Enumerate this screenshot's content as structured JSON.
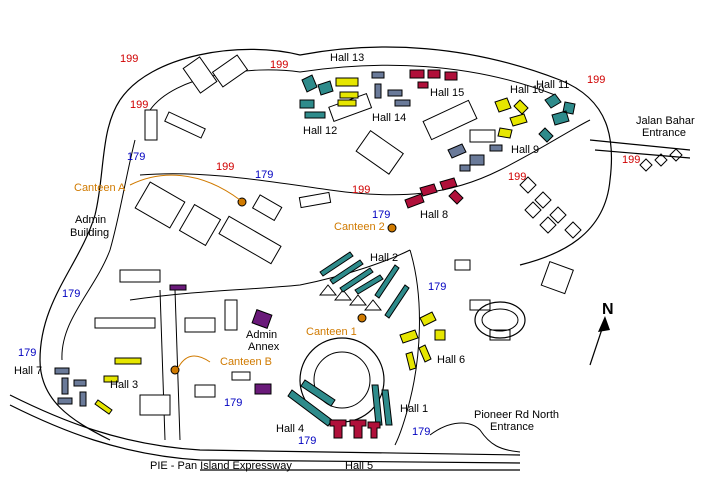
{
  "colors": {
    "route_199": "#d00000",
    "route_179": "#0000c0",
    "canteen": "#d07a00",
    "hall_red": "#b0103a",
    "hall_teal": "#2e8b8b",
    "hall_yellow": "#e6e600",
    "hall_slate": "#6a7a99",
    "admin_purple": "#6a1a7a"
  },
  "routes": {
    "r199": "199",
    "r179": "179"
  },
  "halls": {
    "h1": "Hall 1",
    "h2": "Hall 2",
    "h3": "Hall 3",
    "h4": "Hall 4",
    "h5": "Hall 5",
    "h6": "Hall 6",
    "h7": "Hall 7",
    "h8": "Hall 8",
    "h9": "Hall 9",
    "h10": "Hall 10",
    "h11": "Hall 11",
    "h12": "Hall 12",
    "h13": "Hall 13",
    "h14": "Hall 14",
    "h15": "Hall 15"
  },
  "canteens": {
    "a": "Canteen A",
    "b": "Canteen B",
    "one": "Canteen 1",
    "two": "Canteen 2"
  },
  "places": {
    "admin_building_1": "Admin",
    "admin_building_2": "Building",
    "admin_annex_1": "Admin",
    "admin_annex_2": "Annex",
    "jalan_bahar_1": "Jalan Bahar",
    "jalan_bahar_2": "Entrance",
    "pioneer_1": "Pioneer Rd North",
    "pioneer_2": "Entrance",
    "pie": "PIE - Pan Island Expressway"
  },
  "north": "N"
}
